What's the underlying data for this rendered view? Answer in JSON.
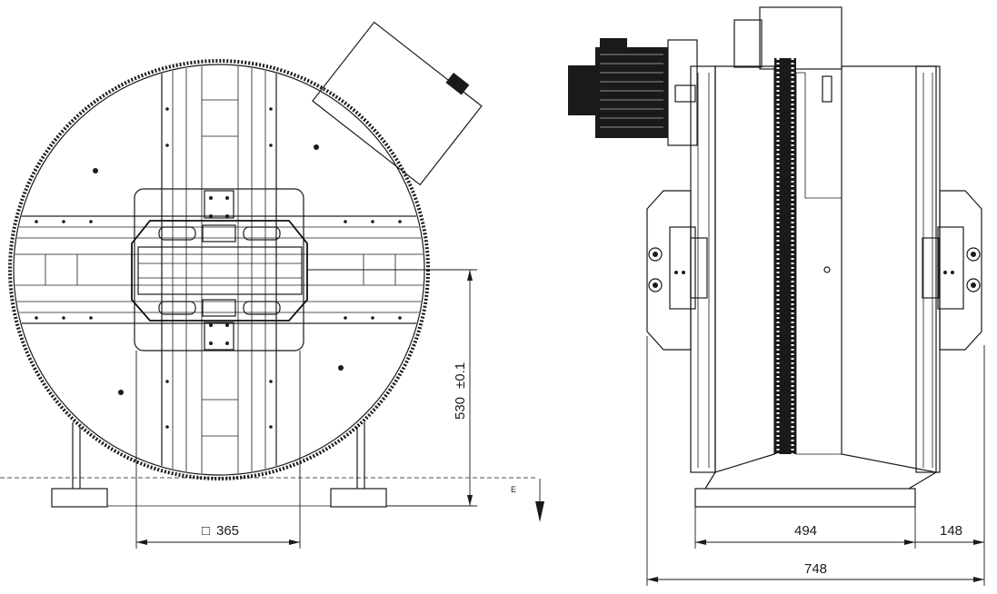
{
  "drawing": {
    "front_view": {
      "dim_width": "365",
      "dim_width_symbol": "□",
      "dim_height": "530",
      "dim_height_tol": "±0.1"
    },
    "side_view": {
      "dim_base": "494",
      "dim_offset": "148",
      "dim_total": "748"
    },
    "marker_label": "E"
  }
}
